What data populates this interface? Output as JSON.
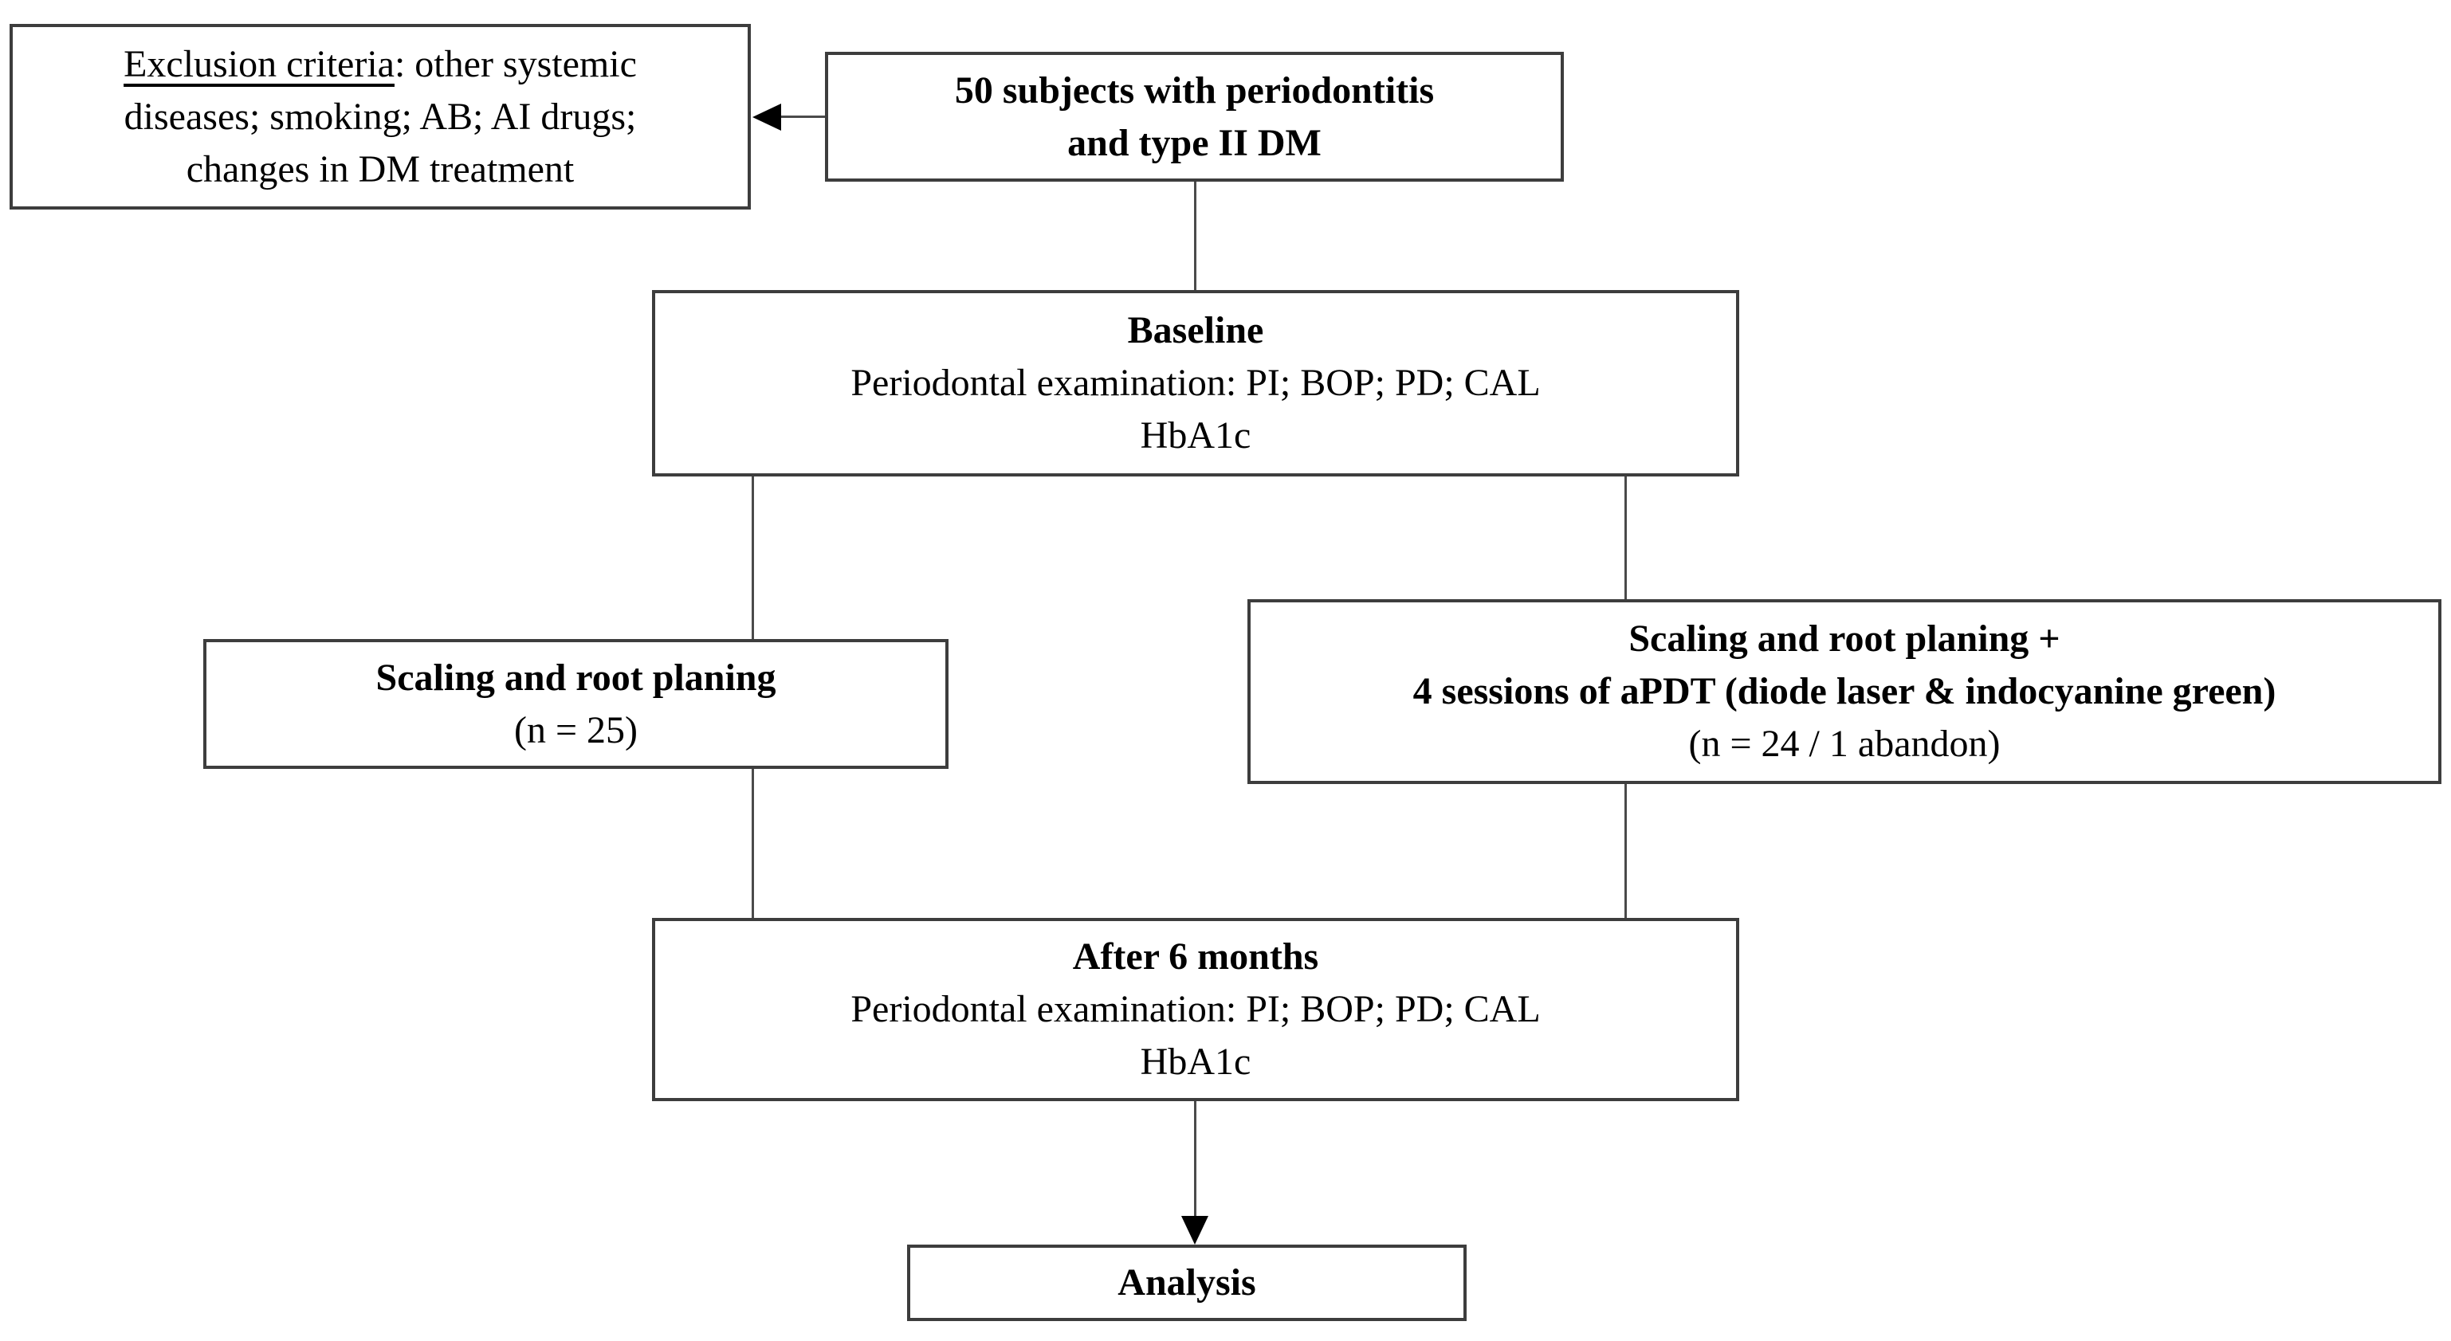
{
  "figure_type": "flowchart",
  "nodes": {
    "exclusion": {
      "underlined": "Exclusion criteria",
      "line1_rest": ": other systemic",
      "line2": "diseases; smoking; AB; AI drugs;",
      "line3": "changes in DM treatment"
    },
    "subjects": {
      "line1": "50 subjects with periodontitis",
      "line2": "and type II DM"
    },
    "baseline": {
      "title": "Baseline",
      "exam": "Periodontal examination: PI; BOP; PD; CAL",
      "hba1c": "HbA1c"
    },
    "srp": {
      "title": "Scaling and root planing",
      "n": "(n = 25)"
    },
    "srp_apdt": {
      "title1": "Scaling and root planing +",
      "title2": "4 sessions of aPDT (diode laser & indocyanine green)",
      "n": "(n = 24 / 1 abandon)"
    },
    "after6": {
      "title": "After 6 months",
      "exam": "Periodontal examination: PI; BOP; PD; CAL",
      "hba1c": "HbA1c"
    },
    "analysis": {
      "title": "Analysis"
    }
  },
  "colors": {
    "box_border": "#3d3d3d",
    "connector_line": "#4a4a4a",
    "arrowhead": "#000000",
    "text": "#000000",
    "background": "#ffffff"
  }
}
